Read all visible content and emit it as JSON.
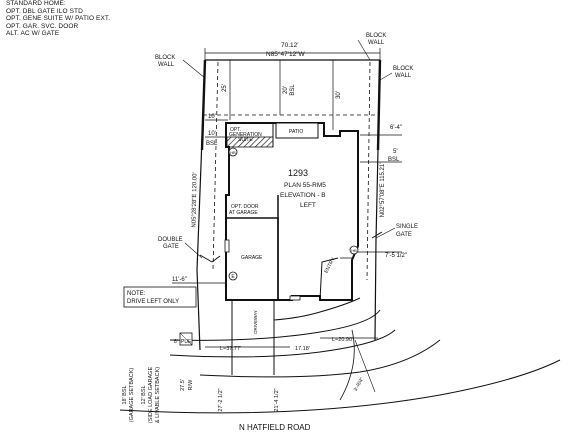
{
  "notes": [
    "STANDARD HOME:",
    "OPT. DBL GATE ILO STD",
    "OPT. GENE SUITE W/ PATIO EXT.",
    "OPT. GAR. SVC. DOOR",
    "ALT. AC W/ GATE"
  ],
  "lot": {
    "number": "1293",
    "plan": "PLAN 55-RM5",
    "elevation": "ELEVATION - B",
    "handing": "LEFT"
  },
  "dimensions": {
    "rear": "70.12'",
    "rear_bearing": "N85°47'12\"W",
    "left_side": "N05°28'28\"E 120.00'",
    "right_side": "N02°57'08\"E 115.21'",
    "curb_left": "L=37.77'",
    "curb_right": "L=20.90'",
    "front_a": "17.18'",
    "setback_20": "20'",
    "setback_bsl": "BSL",
    "setback_30": "30'",
    "setback_25": "25'",
    "setback_10a": "10'",
    "setback_10b": "10'",
    "bsl_left": "BSL",
    "setback_6_4": "6'-4\"",
    "setback_5": "5'",
    "setback_bsl_right": "BSL",
    "setback_7_5": "7'-5 1/2\"",
    "setback_11_6": "11'-6\"",
    "setback_8": "8'",
    "pue": "PUE",
    "street_27_5": "27.5'",
    "street_rw": "R/W",
    "street_27_2": "27'-2 1/2\"",
    "street_21_4": "21'-4 1/2\"",
    "radius": "3'-R/4\"",
    "bsl_18": "18' BSL",
    "bsl_18_sub": "(GARAGE SETBACK)",
    "bsl_12": "12' BSL",
    "bsl_12_sub": "(SIDE LOAD GARAGE",
    "bsl_12_sub2": "& LIVABLE SETBACK)"
  },
  "labels": {
    "block_wall_left": [
      "BLOCK",
      "WALL"
    ],
    "block_wall_top": [
      "BLOCK",
      "WALL"
    ],
    "block_wall_right": [
      "BLOCK",
      "WALL"
    ],
    "gen_suite": [
      "OPT.",
      "GENERATION",
      "SUITE"
    ],
    "patio": "PATIO",
    "opt_door": [
      "OPT. DOOR",
      "AT GARAGE"
    ],
    "garage": "GARAGE",
    "entry": "ENTRY",
    "driveway": "DRIVEWAY",
    "double_gate": [
      "DOUBLE",
      "GATE"
    ],
    "single_gate": [
      "SINGLE",
      "GATE"
    ],
    "note": [
      "NOTE:",
      "DRIVE LEFT ONLY"
    ],
    "road": "N HATFIELD ROAD",
    "hb_1": "HB",
    "hb_2": "HB",
    "elec": "E"
  }
}
